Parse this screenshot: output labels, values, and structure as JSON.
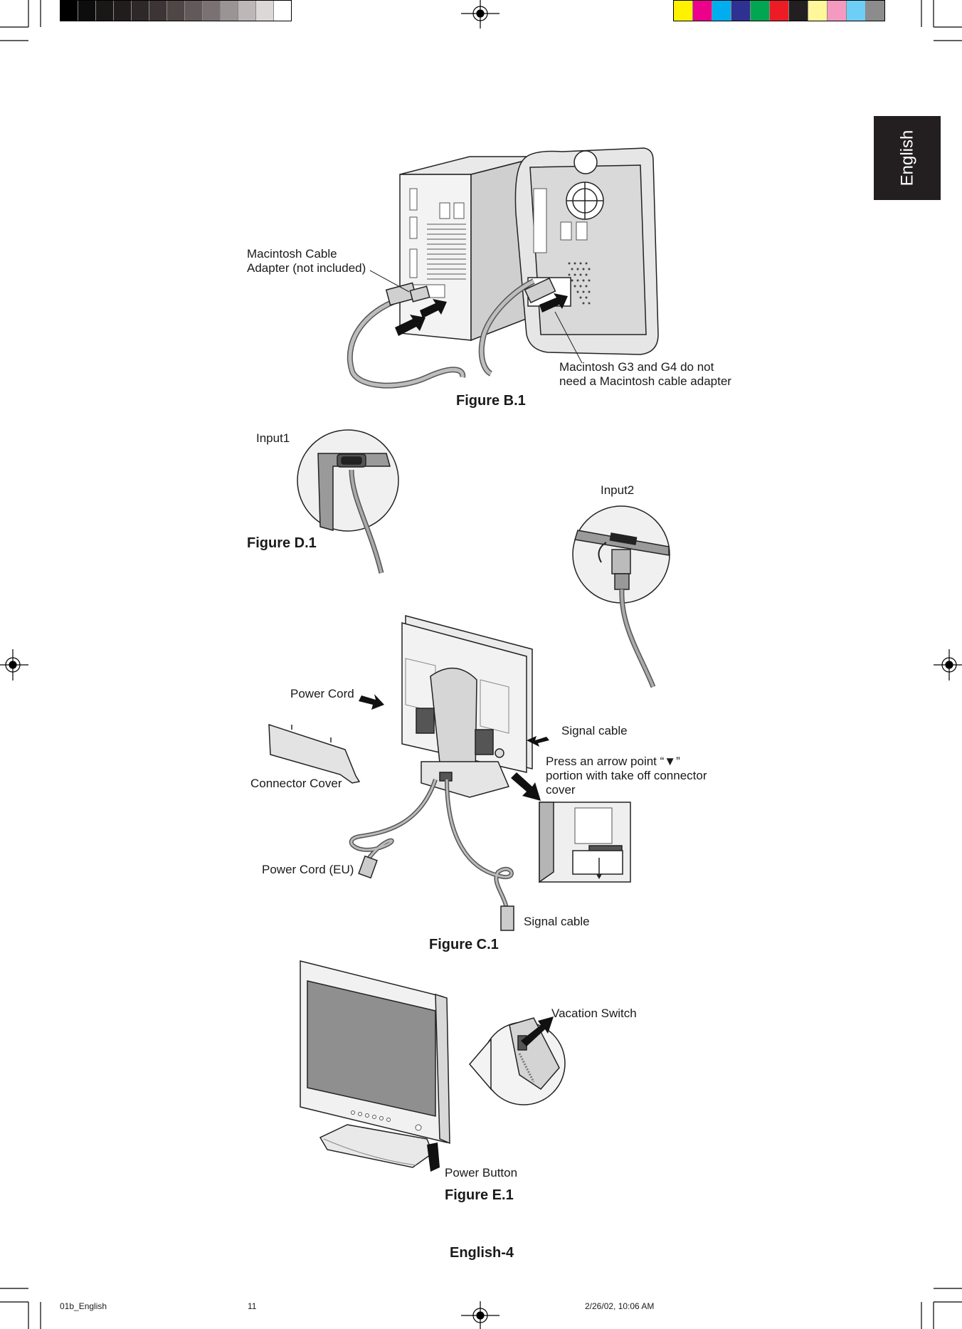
{
  "side_tab": "English",
  "figure_b1": {
    "caption": "Figure B.1",
    "adapter_label": [
      "Macintosh Cable",
      "Adapter (not included)"
    ],
    "g3g4_note": [
      "Macintosh G3 and G4 do not",
      "need a Macintosh cable adapter"
    ]
  },
  "figure_d1": {
    "caption": "Figure D.1",
    "input1": "Input1",
    "input2": "Input2"
  },
  "figure_c1": {
    "caption": "Figure C.1",
    "power_cord": "Power Cord",
    "signal_cable_top": "Signal cable",
    "press_arrow": [
      "Press an arrow point “▼”",
      "portion with take off connector",
      "cover"
    ],
    "connector_cover": "Connector Cover",
    "power_cord_eu": "Power Cord (EU)",
    "signal_cable_bottom": "Signal cable"
  },
  "figure_e1": {
    "caption": "Figure E.1",
    "vacation_switch": "Vacation Switch",
    "power_button": "Power Button"
  },
  "page_label": "English-4",
  "footer": {
    "file": "01b_English",
    "page_number": "11",
    "timestamp": "2/26/02, 10:06 AM"
  },
  "colors": {
    "left_bar": [
      "#000000",
      "#0d0d0d",
      "#1a1717",
      "#221d1d",
      "#2e2828",
      "#3d3535",
      "#4f4646",
      "#625a5a",
      "#7a7272",
      "#9b9494",
      "#bdb7b7",
      "#ddd8d8",
      "#ffffff"
    ],
    "right_bar": [
      "#fff200",
      "#ec008c",
      "#00aeef",
      "#2e3192",
      "#00a651",
      "#ed1c24",
      "#231f20",
      "#fff799",
      "#f49ac1",
      "#6dcff6",
      "#8c8c8c"
    ]
  }
}
